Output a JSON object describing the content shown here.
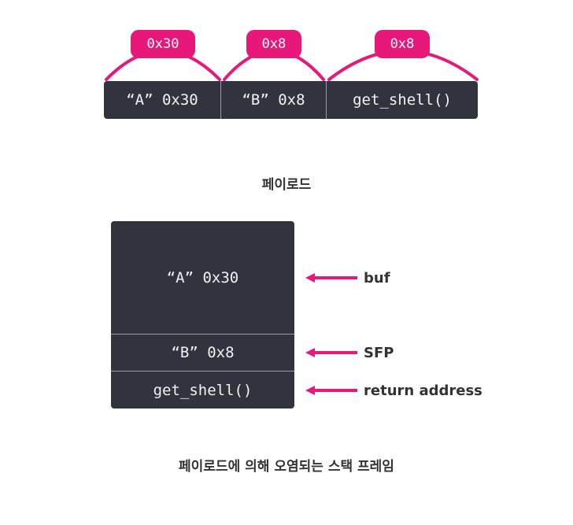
{
  "payload": {
    "badges": [
      "0x30",
      "0x8",
      "0x8"
    ],
    "segments": [
      "“A” 0x30",
      "“B” 0x8",
      "get_shell()"
    ],
    "caption": "페이로드"
  },
  "stack": {
    "cells": [
      "“A” 0x30",
      "“B” 0x8",
      "get_shell()"
    ],
    "labels": [
      "buf",
      "SFP",
      "return address"
    ],
    "caption": "페이로드에 의해 오염되는 스택 프레임"
  },
  "colors": {
    "accent": "#e8177a",
    "block": "#33323f",
    "divider": "#9a9aa6",
    "text_light": "#f2f2f2",
    "text_dark": "#333333"
  }
}
